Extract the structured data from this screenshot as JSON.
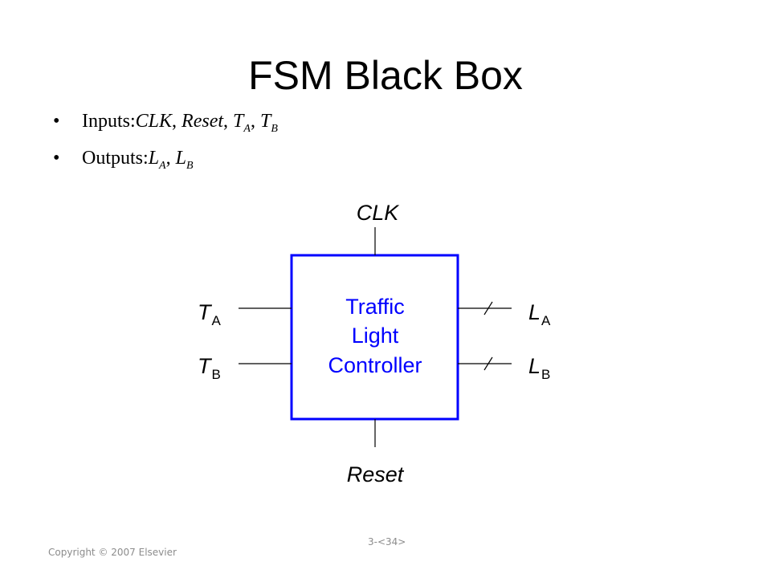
{
  "slide": {
    "title": "FSM Black Box",
    "bullets": [
      {
        "label": "Inputs: ",
        "items": [
          {
            "main": "CLK",
            "sub": ""
          },
          {
            "main": "Reset",
            "sub": ""
          },
          {
            "main": "T",
            "sub": "A"
          },
          {
            "main": "T",
            "sub": "B"
          }
        ]
      },
      {
        "label": "Outputs: ",
        "items": [
          {
            "main": "L",
            "sub": "A"
          },
          {
            "main": "L",
            "sub": "B"
          }
        ]
      }
    ]
  },
  "diagram": {
    "box_label_lines": [
      "Traffic",
      "Light",
      "Controller"
    ],
    "clock_label": "CLK",
    "reset_label": "Reset",
    "inputs": [
      {
        "main": "T",
        "sub": "A"
      },
      {
        "main": "T",
        "sub": "B"
      }
    ],
    "outputs": [
      {
        "main": "L",
        "sub": "A"
      },
      {
        "main": "L",
        "sub": "B"
      }
    ],
    "colors": {
      "box": "#0000ff",
      "box_text": "#0000ff",
      "wires": "#000000"
    }
  },
  "footer": {
    "copyright": "Copyright © 2007 Elsevier",
    "page": "3-<34>"
  }
}
